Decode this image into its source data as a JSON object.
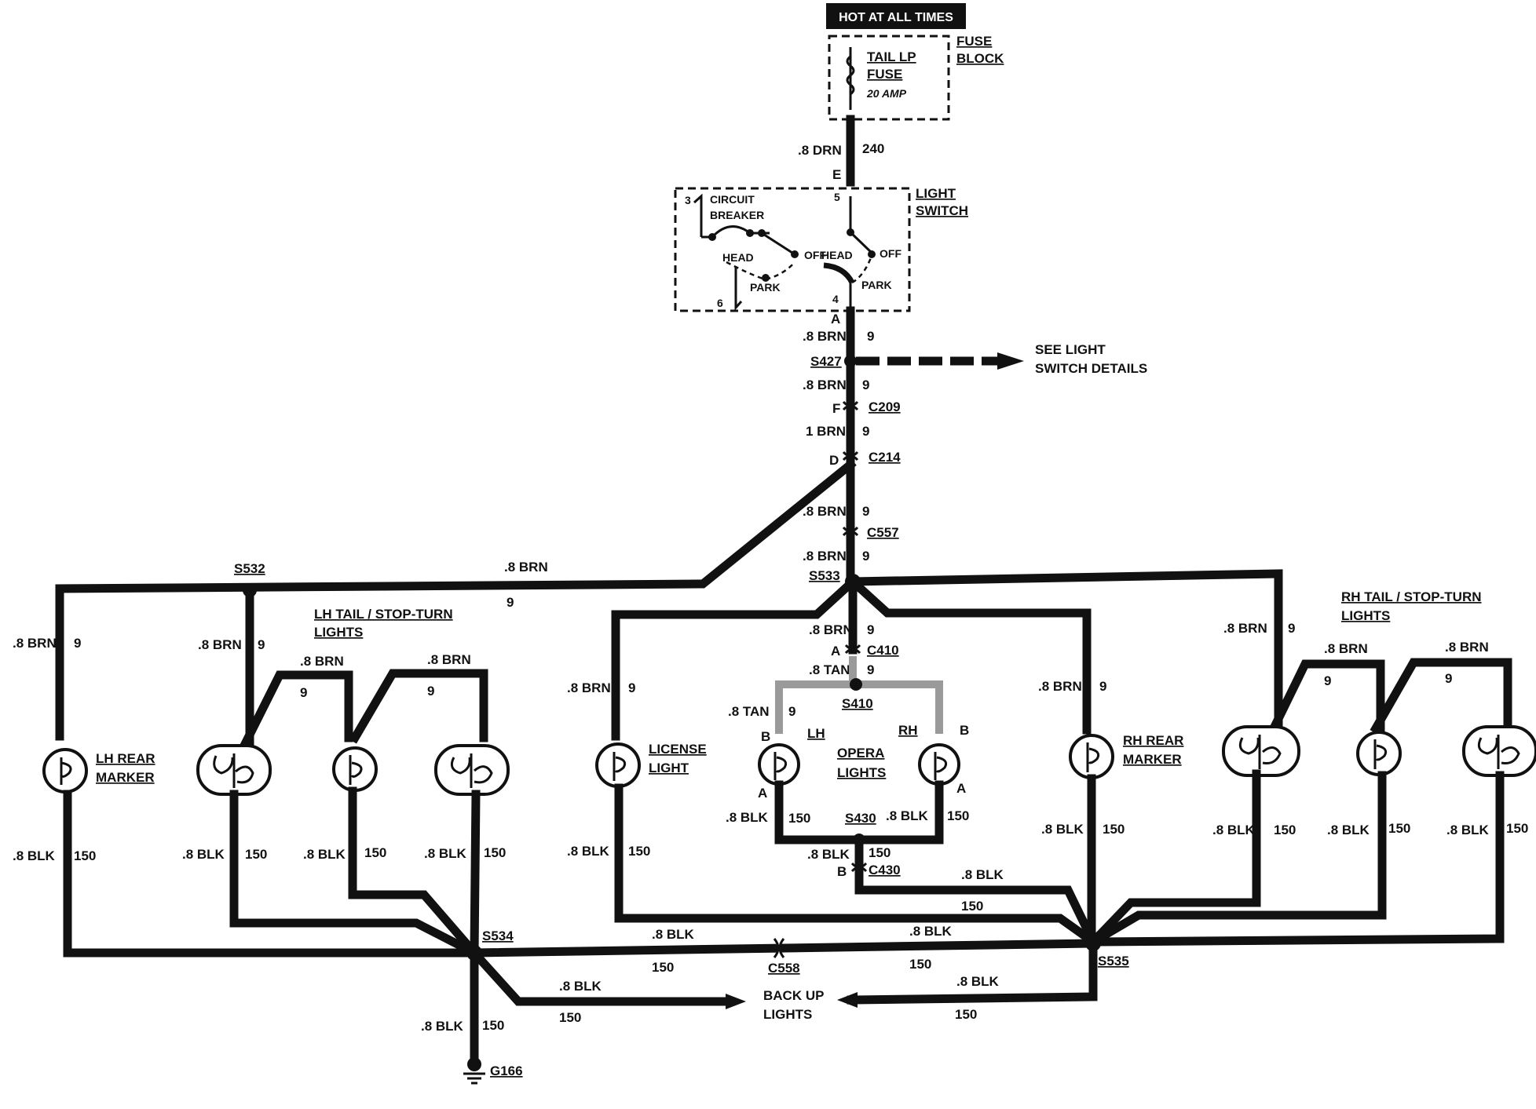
{
  "power": {
    "hot_label": "HOT AT ALL TIMES"
  },
  "fuse_block": {
    "title_1": "FUSE",
    "title_2": "BLOCK",
    "fuse_1": "TAIL LP",
    "fuse_2": "FUSE",
    "rating": "20 AMP"
  },
  "light_switch": {
    "title_1": "LIGHT",
    "title_2": "SWITCH",
    "cb_1": "CIRCUIT",
    "cb_2": "BREAKER",
    "head_l": "HEAD",
    "off_l": "OFF",
    "park_l": "PARK",
    "head_r": "HEAD",
    "off_r": "OFF",
    "park_r": "PARK",
    "pin_3": "3",
    "pin_5": "5",
    "pin_6": "6",
    "pin_4": "4"
  },
  "connectors": {
    "c209": "C209",
    "c214": "C214",
    "c557": "C557",
    "c410": "C410",
    "c430": "C430",
    "c558": "C558",
    "pin_e": "E",
    "pin_a_top": "A",
    "pin_f": "F",
    "pin_d": "D",
    "pin_a_c410": "A",
    "pin_b_c430": "B"
  },
  "splices": {
    "s427": "S427",
    "s532": "S532",
    "s533": "S533",
    "s410": "S410",
    "s430": "S430",
    "s534": "S534",
    "s535": "S535"
  },
  "ground": {
    "g166": "G166"
  },
  "see_details": {
    "line_1": "SEE LIGHT",
    "line_2": "SWITCH DETAILS"
  },
  "components": {
    "lh_rear_marker_1": "LH REAR",
    "lh_rear_marker_2": "MARKER",
    "lh_tail_1": "LH TAIL / STOP-TURN",
    "lh_tail_2": "LIGHTS",
    "license_1": "LICENSE",
    "license_2": "LIGHT",
    "opera_lh": "LH",
    "opera_rh": "RH",
    "opera_1": "OPERA",
    "opera_2": "LIGHTS",
    "opera_pin_b_l": "B",
    "opera_pin_a_l": "A",
    "opera_pin_b_r": "B",
    "opera_pin_a_r": "A",
    "rh_rear_marker_1": "RH REAR",
    "rh_rear_marker_2": "MARKER",
    "rh_tail_1": "RH TAIL / STOP-TURN",
    "rh_tail_2": "LIGHTS",
    "backup_1": "BACK UP",
    "backup_2": "LIGHTS"
  },
  "wires": {
    "drn_8": ".8 DRN",
    "brn_8": ".8 BRN",
    "brn_1": "1 BRN",
    "tan_8": ".8 TAN",
    "blk_8": ".8 BLK",
    "circ_240": "240",
    "circ_9": "9",
    "circ_150": "150"
  }
}
